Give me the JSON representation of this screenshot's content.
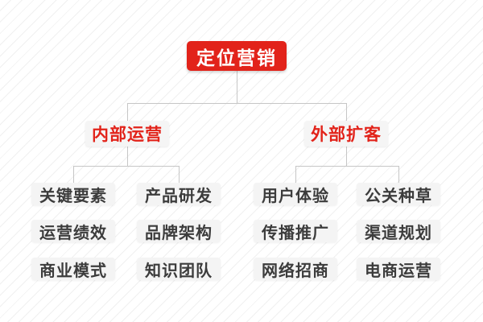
{
  "diagram": {
    "title": "定位营销",
    "root": {
      "label": "定位营销"
    },
    "branches": [
      {
        "label": "内部运营",
        "children": [
          "关键要素",
          "产品研发",
          "运营绩效",
          "品牌架构",
          "商业模式",
          "知识团队"
        ]
      },
      {
        "label": "外部扩客",
        "children": [
          "用户体验",
          "公关种草",
          "传播推广",
          "渠道规划",
          "网络招商",
          "电商运营"
        ]
      }
    ],
    "colors": {
      "accent_red": "#e2231a",
      "root_text": "#ffffff",
      "branch_text": "#e2231a",
      "leaf_text": "#3c3c3c",
      "node_background": "#f4f4f4",
      "connector": "#c6c6c6",
      "background_stripe": "#f0f0f0",
      "background_base": "#ffffff"
    }
  }
}
